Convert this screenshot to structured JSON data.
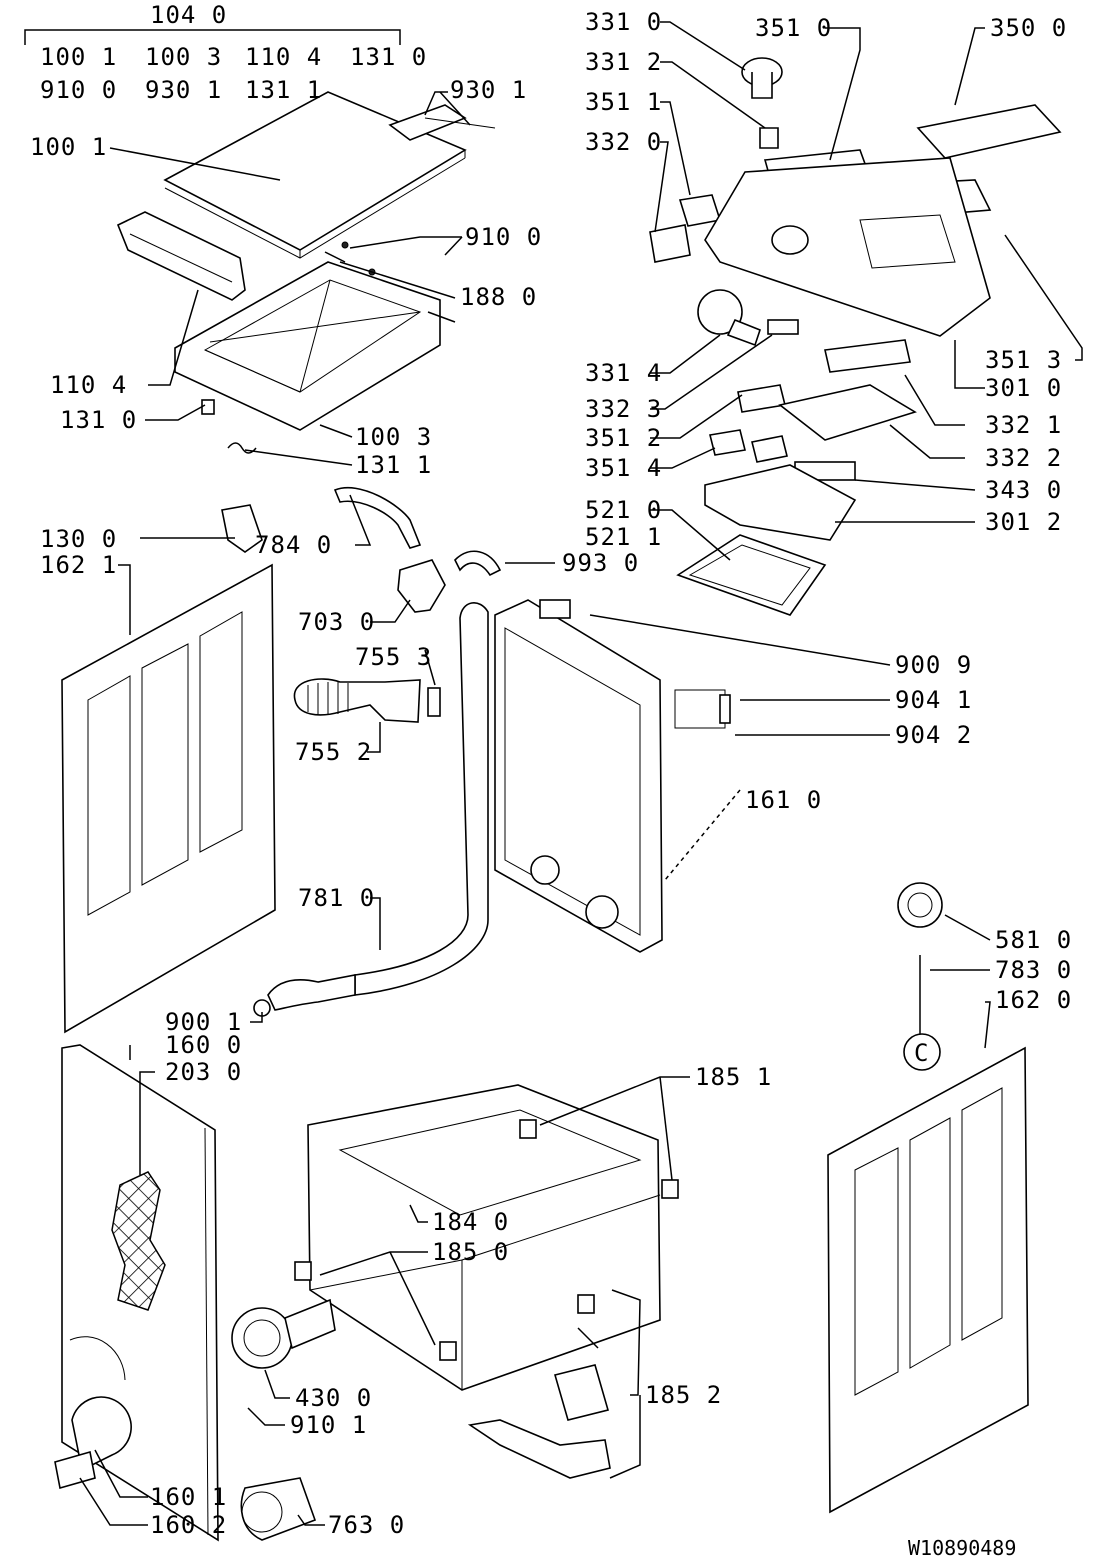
{
  "labels": {
    "l1040": "104 0",
    "l1001_top": "100 1",
    "l1003_top": "100 3",
    "l1104_top": "110 4",
    "l1310_top": "131 0",
    "l9100_top": "910 0",
    "l9301_top": "930 1",
    "l1311_top": "131 1",
    "l9301": "930 1",
    "l1001": "100 1",
    "l9100": "910 0",
    "l1880": "188 0",
    "l1104": "110 4",
    "l1310": "131 0",
    "l1003": "100 3",
    "l1311": "131 1",
    "l1300": "130 0",
    "l7840": "784 0",
    "l1621": "162 1",
    "l7030": "703 0",
    "l7553": "755 3",
    "l7552": "755 2",
    "l7810": "781 0",
    "l9001": "900 1",
    "l1600": "160 0",
    "l2030": "203 0",
    "l3310": "331 0",
    "l3312": "331 2",
    "l3511": "351 1",
    "l3320": "332 0",
    "l3510": "351 0",
    "l3500": "350 0",
    "l3513": "351 3",
    "l3010": "301 0",
    "l3314": "331 4",
    "l3323": "332 3",
    "l3321": "332 1",
    "l3512": "351 2",
    "l3322": "332 2",
    "l3514": "351 4",
    "l3430": "343 0",
    "l5210": "521 0",
    "l5211": "521 1",
    "l3012": "301 2",
    "l9930": "993 0",
    "l9009": "900 9",
    "l9041": "904 1",
    "l9042": "904 2",
    "l1610": "161 0",
    "l5810": "581 0",
    "l7830": "783 0",
    "l1620": "162 0",
    "l1851": "185 1",
    "l1840": "184 0",
    "l1850": "185 0",
    "l1852": "185 2",
    "l4300": "430 0",
    "l9101": "910 1",
    "l1601": "160 1",
    "l1602": "160 2",
    "l7630": "763 0",
    "doc_number": "W10890489",
    "circle_c": "C"
  }
}
